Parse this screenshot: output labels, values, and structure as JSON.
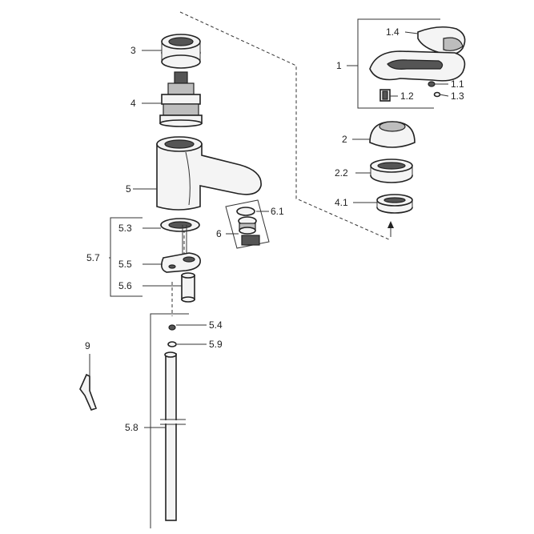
{
  "labels": {
    "l3": "3",
    "l4": "4",
    "l5": "5",
    "l53": "5.3",
    "l57": "5.7",
    "l55": "5.5",
    "l56": "5.6",
    "l54": "5.4",
    "l59": "5.9",
    "l9": "9",
    "l58": "5.8",
    "l61": "6.1",
    "l6": "6",
    "l14": "1.4",
    "l1": "1",
    "l11": "1.1",
    "l12": "1.2",
    "l13": "1.3",
    "l2": "2",
    "l22": "2.2",
    "l41": "4.1"
  }
}
